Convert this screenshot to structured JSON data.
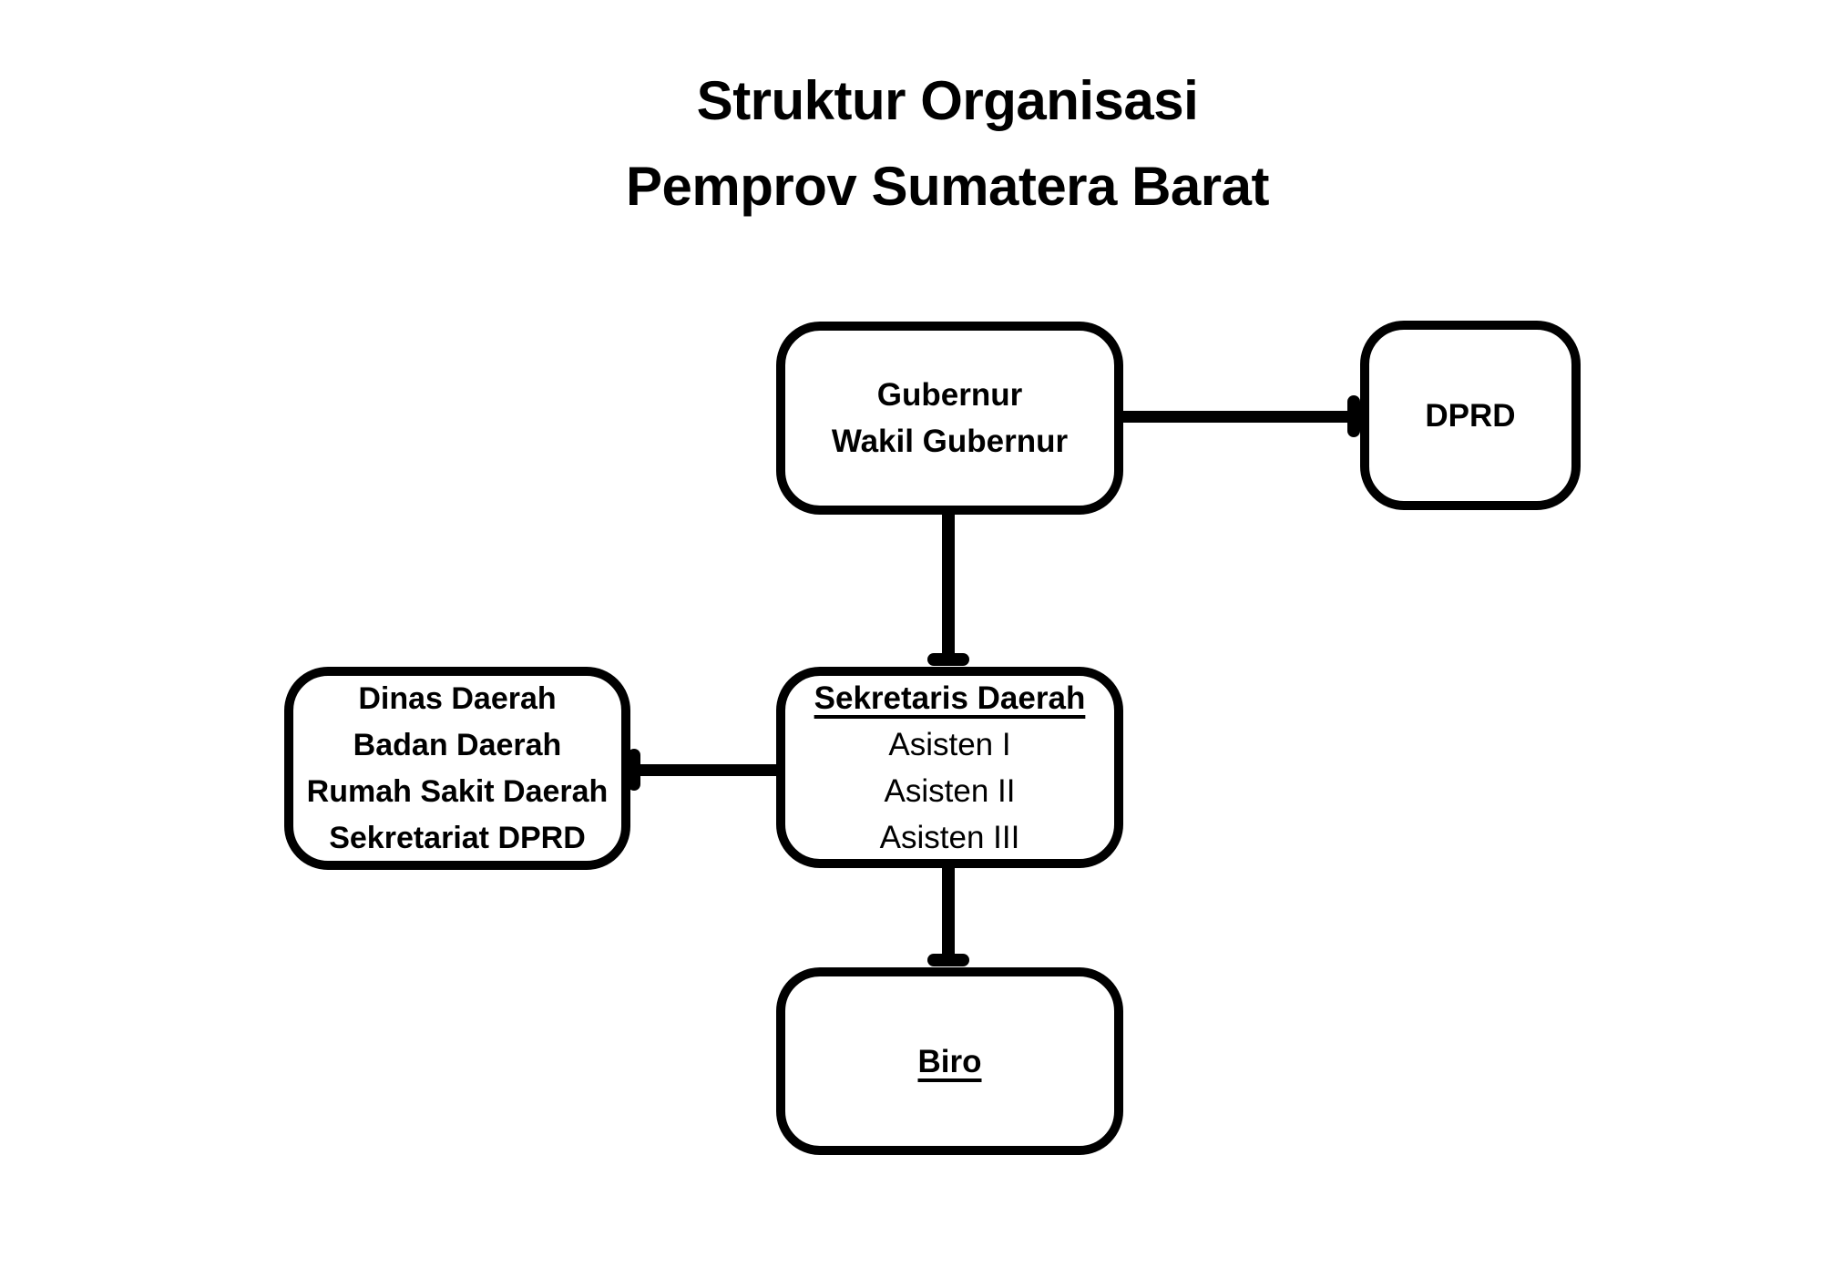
{
  "title": {
    "line1": "Struktur Organisasi",
    "line2": "Pemprov Sumatera Barat"
  },
  "nodes": {
    "gubernur": {
      "lines": [
        "Gubernur",
        "Wakil Gubernur"
      ]
    },
    "dprd": {
      "label": "DPRD"
    },
    "sekretaris": {
      "heading": "Sekretaris Daerah",
      "items": [
        "Asisten I",
        "Asisten II",
        "Asisten III"
      ]
    },
    "dinas": {
      "lines": [
        "Dinas Daerah",
        "Badan Daerah",
        "Rumah Sakit Daerah",
        "Sekretariat DPRD"
      ]
    },
    "biro": {
      "label": "Biro"
    }
  },
  "edges": [
    {
      "from": "gubernur",
      "to": "dprd",
      "orientation": "horizontal",
      "terminal": "bar-at-dprd"
    },
    {
      "from": "gubernur",
      "to": "sekretaris",
      "orientation": "vertical",
      "terminal": "bar-at-sekretaris"
    },
    {
      "from": "sekretaris",
      "to": "dinas",
      "orientation": "horizontal",
      "terminal": "bar-at-dinas"
    },
    {
      "from": "sekretaris",
      "to": "biro",
      "orientation": "vertical",
      "terminal": "bar-at-biro"
    }
  ],
  "colors": {
    "stroke": "#000000",
    "text": "#000000",
    "background": "#ffffff"
  }
}
